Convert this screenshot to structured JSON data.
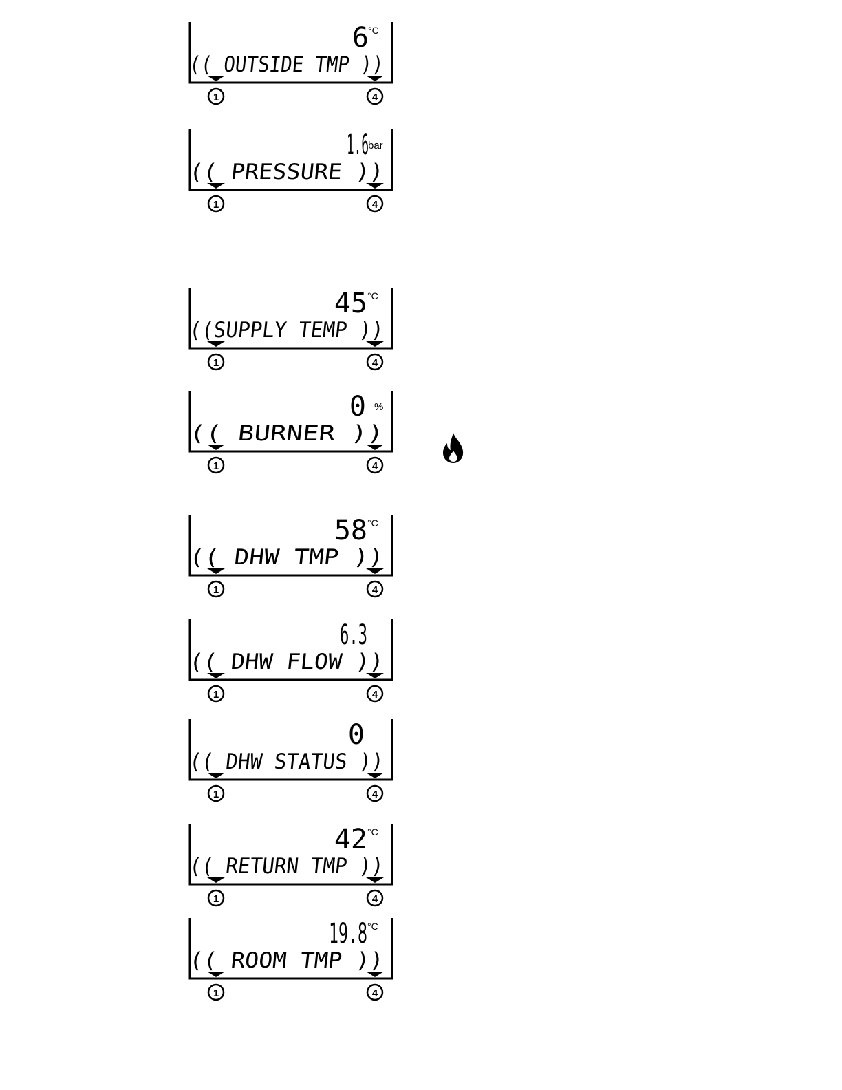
{
  "panels": [
    {
      "value": "6",
      "unit": "°C",
      "label": "(( OUTSIDE TMP ))",
      "button_left": "1",
      "button_right": "4"
    },
    {
      "value": "1.6",
      "unit": "bar",
      "label": "(( PRESSURE    ))",
      "button_left": "1",
      "button_right": "4"
    },
    {
      "value": "45",
      "unit": "°C",
      "label": "((SUPPLY TEMP ))",
      "button_left": "1",
      "button_right": "4"
    },
    {
      "value": "0",
      "unit": "%",
      "label": "(( BURNER      ))",
      "button_left": "1",
      "button_right": "4"
    },
    {
      "value": "58",
      "unit": "°C",
      "label": "(( DHW TMP     ))",
      "button_left": "1",
      "button_right": "4"
    },
    {
      "value": "6.3",
      "unit": "",
      "label": "(( DHW FLOW    ))",
      "button_left": "1",
      "button_right": "4"
    },
    {
      "value": "0",
      "unit": "",
      "label": "(( DHW STATUS  ))",
      "button_left": "1",
      "button_right": "4"
    },
    {
      "value": "42",
      "unit": "°C",
      "label": "(( RETURN TMP ))",
      "button_left": "1",
      "button_right": "4"
    },
    {
      "value": "19.8",
      "unit": "°C",
      "label": "(( ROOM TMP    ))",
      "button_left": "1",
      "button_right": "4"
    }
  ],
  "icons": {
    "flame": "flame-icon"
  }
}
